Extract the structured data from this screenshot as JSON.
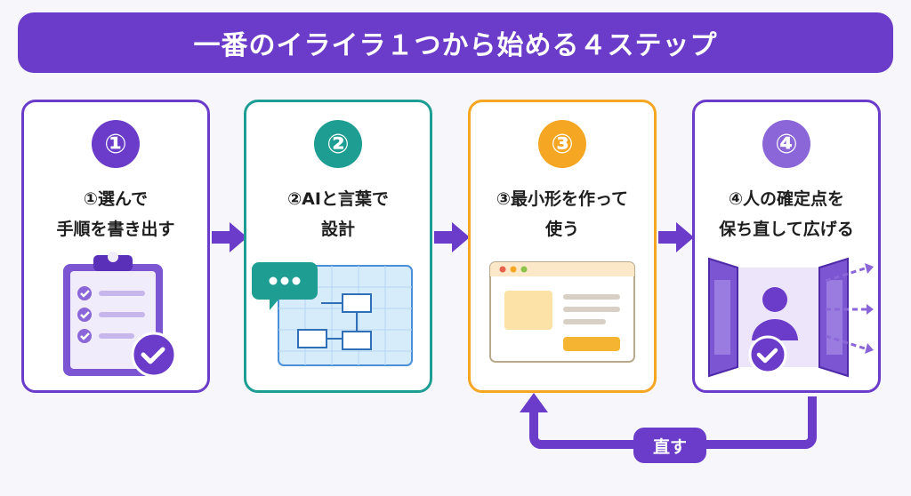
{
  "title": "一番のイライラ１つから始める４ステップ",
  "steps": [
    {
      "number": "①",
      "line1": "①選んで",
      "line2": "手順を書き出す",
      "color": "#6a3cc9",
      "illustration": "clipboard-checklist-icon"
    },
    {
      "number": "②",
      "line1": "②AIと言葉で",
      "line2": "設計",
      "color": "#1e9e92",
      "illustration": "chat-blueprint-icon"
    },
    {
      "number": "③",
      "line1": "③最小形を作って",
      "line2": "使う",
      "color": "#f5a623",
      "illustration": "browser-window-icon"
    },
    {
      "number": "④",
      "line1": "④人の確定点を",
      "line2": "保ち直して広げる",
      "color": "#6a3cc9",
      "illustration": "open-doors-person-icon"
    }
  ],
  "loop_label": "直す",
  "colors": {
    "accent": "#6a3cc9",
    "teal": "#1e9e92",
    "orange": "#f5a623"
  }
}
